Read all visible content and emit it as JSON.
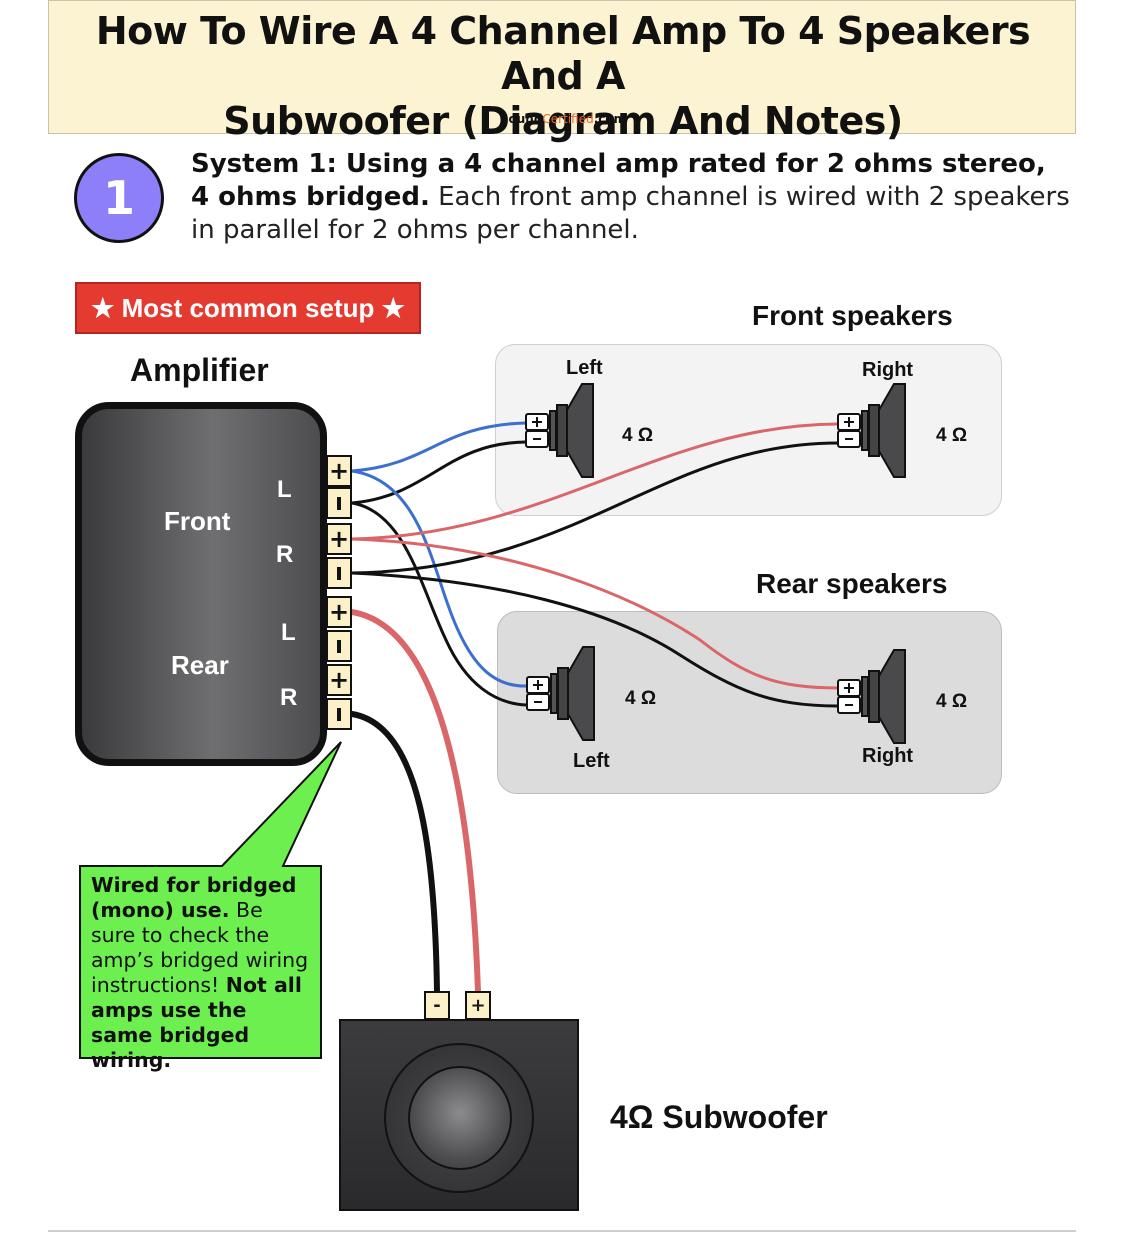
{
  "header": {
    "title": "How To Wire A 4 Channel Amp To 4 Speakers And A\nSubwoofer (Diagram And Notes)",
    "brand_part1": "Sound",
    "brand_part2": "Certified",
    "brand_part3": ".com"
  },
  "system": {
    "number": "1",
    "bold_text": "System 1: Using a 4 channel amp rated for 2 ohms stereo, 4 ohms bridged.",
    "body_text": " Each front amp channel is wired with 2 speakers in parallel for 2 ohms per channel."
  },
  "banner": {
    "text": "★ Most common setup ★"
  },
  "amplifier": {
    "title": "Amplifier",
    "front_label": "Front",
    "rear_label": "Rear",
    "channels": [
      "L",
      "R",
      "L",
      "R"
    ],
    "terminals": [
      "+",
      "-",
      "+",
      "-",
      "+",
      "-",
      "+",
      "-"
    ]
  },
  "front_speakers": {
    "title": "Front speakers",
    "left": {
      "name": "Left",
      "impedance": "4 Ω"
    },
    "right": {
      "name": "Right",
      "impedance": "4 Ω"
    }
  },
  "rear_speakers": {
    "title": "Rear speakers",
    "left": {
      "name": "Left",
      "impedance": "4 Ω"
    },
    "right": {
      "name": "Right",
      "impedance": "4 Ω"
    }
  },
  "callout": {
    "bold1": "Wired for bridged (mono) use.",
    "text1": " Be sure to check the amp’s bridged wiring instructions! ",
    "bold2": "Not all amps use the same bridged wiring."
  },
  "subwoofer": {
    "label": "4Ω Subwoofer",
    "minus": "-",
    "plus": "+"
  },
  "colors": {
    "blue_wire": "#3b6fd0",
    "red_wire": "#d9676a",
    "black_wire": "#111111",
    "badge": "#8d7ff7",
    "banner": "#e53a30",
    "callout": "#6df04f",
    "header_bg": "#fbf3d2"
  }
}
